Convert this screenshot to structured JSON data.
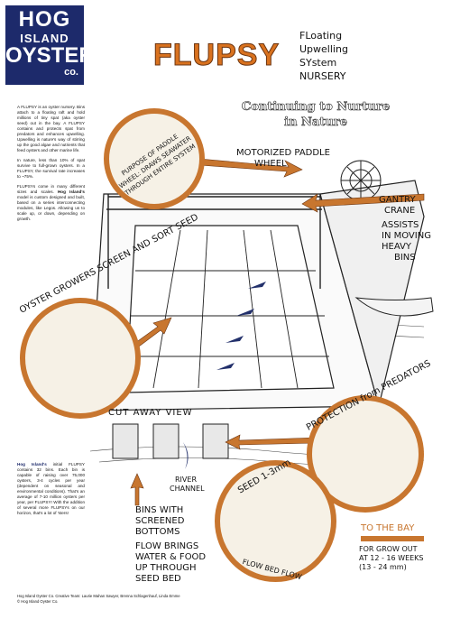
{
  "logo": {
    "line1": "HOG",
    "line2": "ISLAND",
    "line3": "OYSTER",
    "line4": "co."
  },
  "header": {
    "title": "FLUPSY",
    "definition": [
      "FLoating",
      "Upwelling",
      "SYstem",
      "NURSERY"
    ],
    "subtitle_line1": "Continuing to Nurture",
    "subtitle_line2": "in Nature"
  },
  "sidebar": {
    "p1": "A FLUPSY is an oyster nursery. Bins attach to a floating raft and hold millions of tiny spat (aka oyster seed) out in the bay. A FLUPSY contains and protects spat from predators and enhances upwelling. Upwelling is nature's way of stirring up the good algae and nutrients that feed oysters and other marine life.",
    "p2": "In nature, less than 10% of spat survive to full-grown oysters. In a FLUPSY, the survival rate increases to ~75%.",
    "p3_a": "FLUPSYs come in many different sizes and scales. ",
    "p3_b": "Hog Island's",
    "p3_c": " model is custom designed and built, based on a series interconnecting modules, like Legos. Allowing us to scale up, or down, depending on growth.",
    "p4_a": "Hog Island's",
    "p4_b": " initial FLUPSY contains 32 bins. Each bin is capable of raising over 75,000 oysters, 3-4 cycles per year (dependent on seasonal and environmental conditions). That's an average of 7-10 million oysters per year, per FLUPSY! With the addition of several more FLUPSYs on our horizon, that's a lot of 'sters!"
  },
  "footer": {
    "line1": "Hog Island Oyster Co. Creative Team: Laurie Mahan Sawyer, Brenna Schlagenhauf, Linda Emme",
    "line2": "© Hog Island Oyster Co."
  },
  "labels": {
    "purpose": "PURPOSE OF PADDLE WHEEL: DRAWS SEAWATER THROUGH ENTIRE SYSTEM",
    "motorized": [
      "MOTORIZED PADDLE",
      "WHEEL"
    ],
    "gantry": [
      "GANTRY",
      "CRANE"
    ],
    "assists": [
      "ASSISTS",
      "IN MOVING",
      "HEAVY",
      "BINS"
    ],
    "growers": "OYSTER GROWERS SCREEN AND SORT SEED",
    "cutaway": "CUT AWAY VIEW",
    "protection": "PROTECTION from PREDATORS",
    "river": [
      "RIVER",
      "CHANNEL"
    ],
    "bins": [
      "BINS WITH",
      "SCREENED",
      "BOTTOMS"
    ],
    "flow": [
      "FLOW BRINGS",
      "WATER & FOOD",
      "UP THROUGH",
      "SEED BED"
    ],
    "seed": "SEED 1-3mm",
    "flowbed": "FLOW BED FLOW",
    "tothebay": "TO THE BAY",
    "growout": [
      "FOR GROW OUT",
      "AT 12 - 16 WEEKS",
      "(13 - 24 mm)"
    ]
  },
  "colors": {
    "accent": "#c8762f",
    "logo": "#1d2a6b",
    "arrow_blue": "#22306b"
  }
}
